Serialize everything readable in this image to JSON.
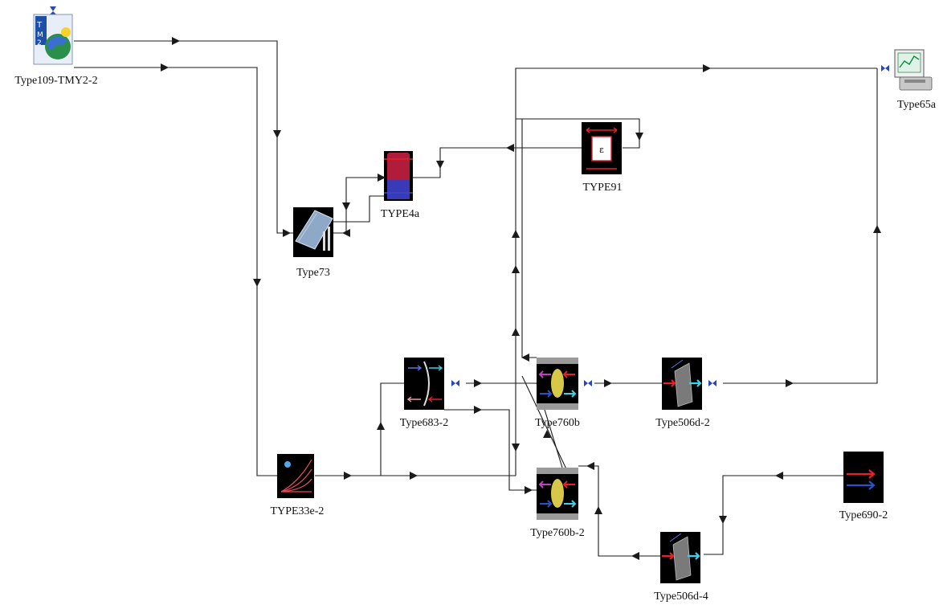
{
  "components": [
    {
      "id": "type109",
      "label": "Type109-TMY2-2",
      "icon": "weather-data-icon"
    },
    {
      "id": "type65a",
      "label": "Type65a",
      "icon": "online-plotter-icon"
    },
    {
      "id": "type91",
      "label": "TYPE91",
      "icon": "heat-exchanger-icon"
    },
    {
      "id": "type4a",
      "label": "TYPE4a",
      "icon": "storage-tank-icon"
    },
    {
      "id": "type73",
      "label": "Type73",
      "icon": "solar-collector-icon"
    },
    {
      "id": "type33e",
      "label": "TYPE33e-2",
      "icon": "psychrometrics-icon"
    },
    {
      "id": "type683",
      "label": "Type683-2",
      "icon": "desiccant-wheel-icon"
    },
    {
      "id": "type760b",
      "label": "Type760b",
      "icon": "energy-recovery-wheel-icon"
    },
    {
      "id": "type506d2",
      "label": "Type506d-2",
      "icon": "evaporative-cooler-icon"
    },
    {
      "id": "type760b2",
      "label": "Type760b-2",
      "icon": "energy-recovery-wheel-icon"
    },
    {
      "id": "type690",
      "label": "Type690-2",
      "icon": "air-source-icon"
    },
    {
      "id": "type506d4",
      "label": "Type506d-4",
      "icon": "evaporative-cooler-icon"
    }
  ],
  "colors": {
    "line": "#1a1a1a",
    "icon_bg": "#000000",
    "hot": "#e8202a",
    "cold": "#2f4fc8",
    "cyan": "#3fd0e8",
    "magenta": "#c040c0",
    "connector": "#2848b8"
  }
}
